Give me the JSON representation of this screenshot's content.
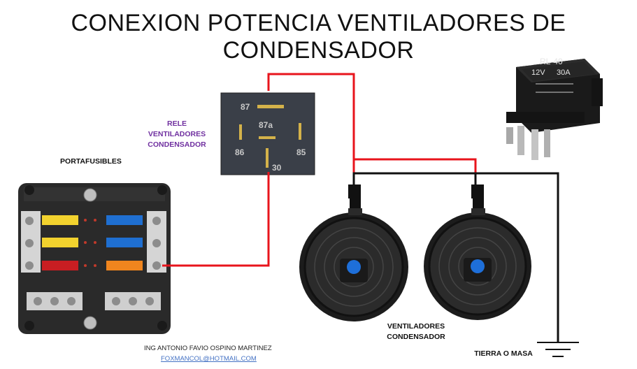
{
  "title": "CONEXION POTENCIA VENTILADORES DE CONDENSADOR",
  "relay_label": [
    "RELE",
    "VENTILADORES",
    "CONDENSADOR"
  ],
  "relay_pins": {
    "p87": "87",
    "p87a": "87a",
    "p86": "86",
    "p85": "85",
    "p30": "30"
  },
  "relay_photo": {
    "model": "RL-40",
    "voltage": "12V",
    "current": "30A"
  },
  "fuse_box_label": "PORTAFUSIBLES",
  "fans_label": [
    "VENTILADORES",
    "CONDENSADOR"
  ],
  "ground_label": "TIERRA O MASA",
  "credits": {
    "author": "ING ANTONIO FAVIO OSPINO MARTINEZ",
    "email": "FOXMANCOL@HOTMAIL.COM"
  },
  "colors": {
    "power_wire": "#e8141c",
    "ground_wire": "#111111",
    "relay_box": "#3a3f48",
    "relay_pins": "#d4b24a",
    "fuse_yellow": "#f2d22e",
    "fuse_blue": "#1f6fd1",
    "fuse_red": "#c81e22",
    "fuse_orange": "#f0851e"
  },
  "icons": [
    "relay-schematic-icon",
    "relay-photo-icon",
    "fuse-box-icon",
    "fan-left-icon",
    "fan-right-icon",
    "ground-symbol-icon"
  ]
}
